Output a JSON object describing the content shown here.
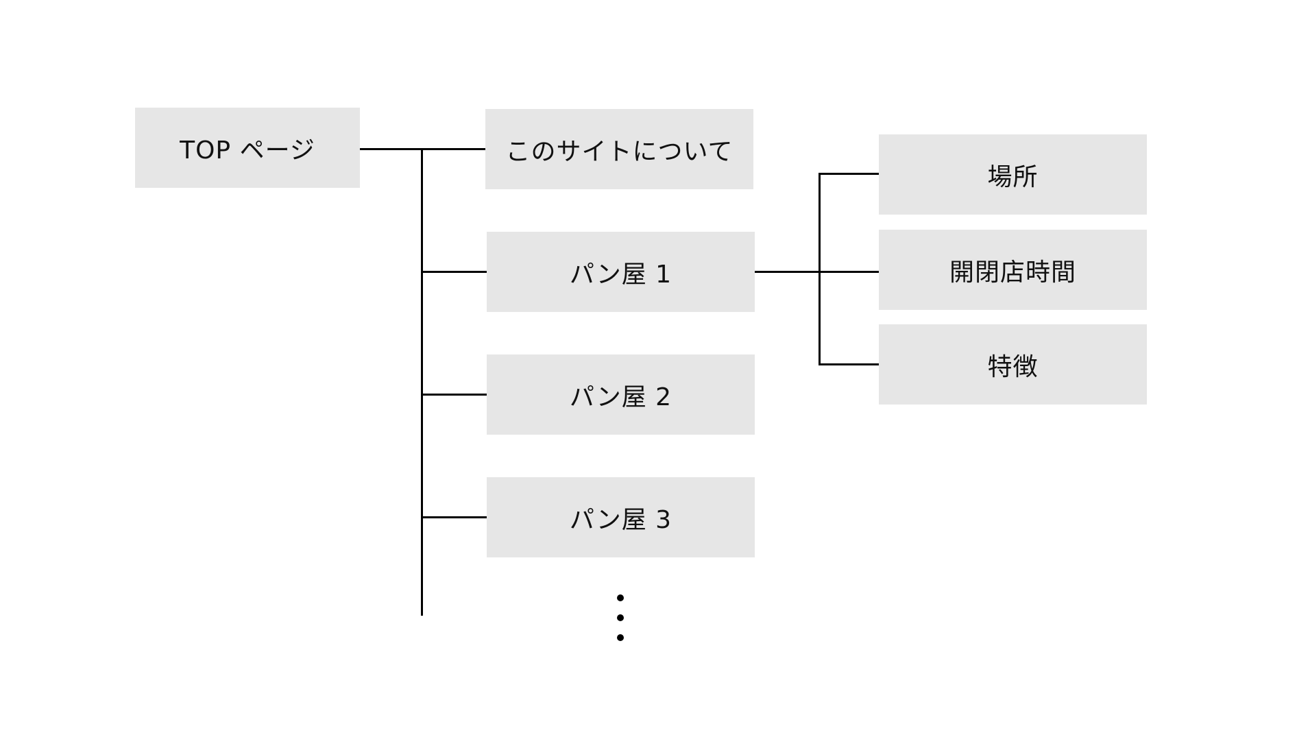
{
  "diagram": {
    "root": {
      "label": "TOP ページ"
    },
    "level1": [
      {
        "label": "このサイトについて"
      },
      {
        "label": "パン屋 1"
      },
      {
        "label": "パン屋 2"
      },
      {
        "label": "パン屋 3"
      }
    ],
    "bakery1_children": [
      {
        "label": "場所"
      },
      {
        "label": "開閉店時間"
      },
      {
        "label": "特徴"
      }
    ],
    "continuation": "more-items-ellipsis"
  },
  "colors": {
    "box_fill": "#e6e6e6",
    "line": "#000000",
    "text": "#111111",
    "background": "#ffffff"
  }
}
